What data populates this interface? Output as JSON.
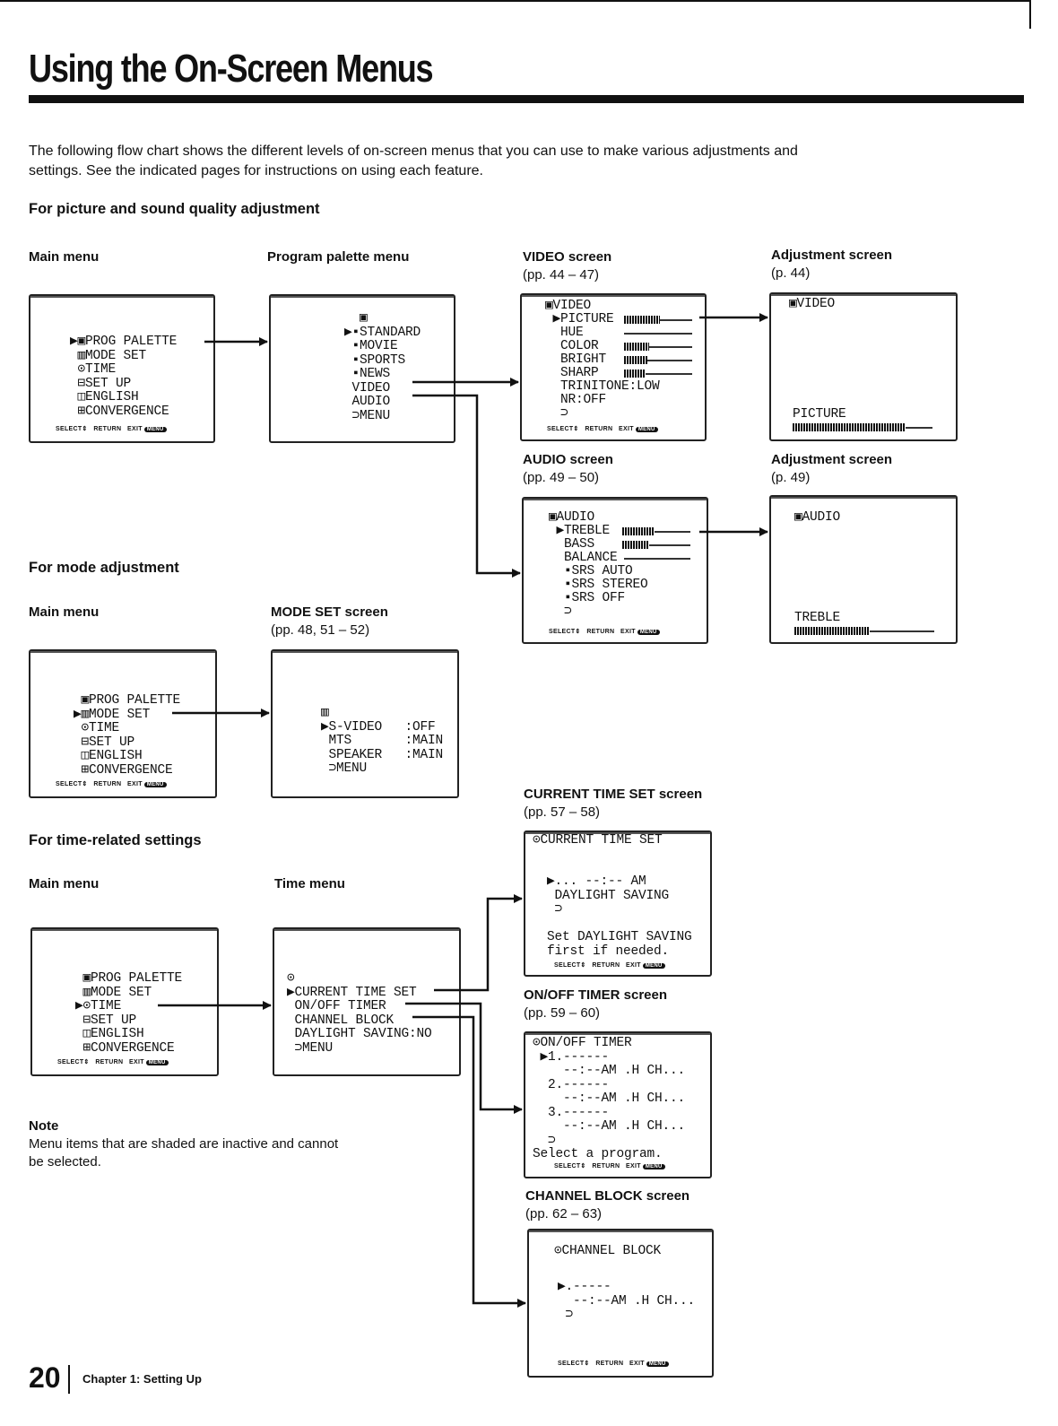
{
  "page": {
    "title": "Using the On-Screen Menus",
    "intro": "The following flow chart shows the different levels of on-screen menus that you can use to make various adjustments and settings. See the indicated pages for instructions on using each feature.",
    "page_number": "20",
    "chapter": "Chapter 1: Setting Up"
  },
  "sections": {
    "picture_sound": "For picture and sound quality adjustment",
    "mode": "For mode adjustment",
    "time": "For time-related settings"
  },
  "labels": {
    "main_menu": "Main menu",
    "program_palette_menu": "Program palette menu",
    "video_screen": "VIDEO screen",
    "video_pages": "(pp. 44 – 47)",
    "adjustment_screen": "Adjustment screen",
    "adjust_video_page": "(p. 44)",
    "audio_screen": "AUDIO screen",
    "audio_pages": "(pp. 49 – 50)",
    "adjust_audio_page": "(p. 49)",
    "mode_set_screen": "MODE SET screen",
    "mode_set_pages": "(pp. 48, 51 – 52)",
    "time_menu": "Time menu",
    "current_time_screen": "CURRENT TIME SET screen",
    "current_time_pages": "(pp. 57 – 58)",
    "onoff_timer_screen": "ON/OFF TIMER screen",
    "onoff_timer_pages": "(pp. 59 – 60)",
    "channel_block_screen": "CHANNEL BLOCK screen",
    "channel_block_pages": "(pp. 62 – 63)"
  },
  "footer_keys": {
    "select": "SELECT",
    "return": "RETURN",
    "exit": "EXIT",
    "menu": "MENU"
  },
  "menus": {
    "main_menu_1": "▶▣PROG PALETTE\n ▥MODE SET\n ⊙TIME\n ⊟SET UP\n ◫ENGLISH\n ⊞CONVERGENCE",
    "main_menu_2": " ▣PROG PALETTE\n▶▥MODE SET\n ⊙TIME\n ⊟SET UP\n ◫ENGLISH\n ⊞CONVERGENCE",
    "main_menu_3": " ▣PROG PALETTE\n ▥MODE SET\n▶⊙TIME\n ⊟SET UP\n ◫ENGLISH\n ⊞CONVERGENCE",
    "program_palette": "  ▣\n▶▪STANDARD\n ▪MOVIE\n ▪SPORTS\n ▪NEWS\n VIDEO\n AUDIO\n ⊃MENU",
    "video": "▣VIDEO\n ▶PICTURE\n  HUE\n  COLOR\n  BRIGHT\n  SHARP\n  TRINITONE:LOW\n  NR:OFF\n  ⊃",
    "audio": "▣AUDIO\n ▶TREBLE\n  BASS\n  BALANCE\n  ▪SRS AUTO\n  ▪SRS STEREO\n  ▪SRS OFF\n  ⊃",
    "adjust_video_title": "▣VIDEO",
    "adjust_video_item": "PICTURE",
    "adjust_audio_title": "▣AUDIO",
    "adjust_audio_item": "TREBLE",
    "mode_set": "▥\n▶S-VIDEO   :OFF\n MTS       :MAIN\n SPEAKER   :MAIN\n ⊃MENU",
    "time_menu": "⊙\n▶CURRENT TIME SET\n ON/OFF TIMER\n CHANNEL BLOCK\n DAYLIGHT SAVING:NO\n ⊃MENU",
    "current_time_title": "⊙CURRENT TIME SET",
    "current_time_body": "▶... --:-- AM\n DAYLIGHT SAVING\n ⊃\n\nSet DAYLIGHT SAVING\nfirst if needed.",
    "onoff_timer": "⊙ON/OFF TIMER\n ▶1.------\n    --:--AM .H CH...\n  2.------\n    --:--AM .H CH...\n  3.------\n    --:--AM .H CH...\n  ⊃\nSelect a program.",
    "channel_block_title": "⊙CHANNEL BLOCK",
    "channel_block_body": "▶.-----\n  --:--AM .H CH...\n ⊃"
  },
  "note": {
    "heading": "Note",
    "text": "Menu items that are shaded are inactive and cannot be selected."
  }
}
